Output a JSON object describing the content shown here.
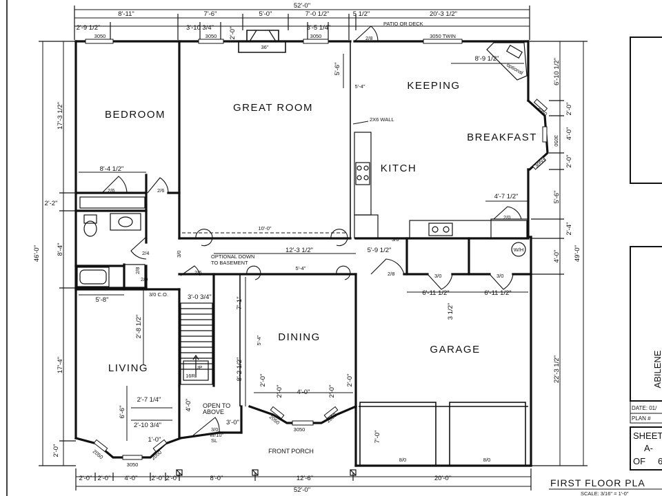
{
  "rooms": {
    "bedroom": "BEDROOM",
    "great_room": "GREAT ROOM",
    "keeping": "KEEPING",
    "breakfast": "BREAKFAST",
    "kitchen": "KITCH",
    "living": "LIVING",
    "dining": "DINING",
    "garage": "GARAGE",
    "front_porch": "FRONT PORCH"
  },
  "notes": {
    "patio": "PATIO OR DECK",
    "wall_2x6": "2X6 WALL",
    "optional_down_1": "OPTIONAL DOWN",
    "optional_down_2": "TO BASEMENT",
    "open_to_1": "OPEN TO",
    "open_to_2": "ABOVE",
    "stair_up": "UP",
    "stair_risers": "16R",
    "fireplace_width": "36\"",
    "water_heater": "W/H",
    "optional": "optional",
    "door_3068_w10_1": "3/0",
    "door_3068_w10_2": "W/10\"",
    "door_3068_w10_3": "SL"
  },
  "dims_top": {
    "overall": "52'-0\"",
    "d1": "8'-11\"",
    "d2": "7'-6\"",
    "d3": "5'-0\"",
    "d4": "7'-0 1/2\"",
    "d5": "5 1/2\"",
    "d6": "20'-3 1/2\"",
    "d7": "2'-9 1/2\"",
    "d8": "3'-10 3/4\"",
    "d9": "2'-0\"",
    "d10": "3'-5 1/4\""
  },
  "dims_bottom": {
    "overall": "52'-0\"",
    "b1": "2'-0\"",
    "b2": "2'-0\"",
    "b3": "4'-0\"",
    "b4": "2'-0\"",
    "b5": "2'-0\"",
    "b6": "8'-0\"",
    "b7": "12'-6\"",
    "b8": "20'-0\""
  },
  "dims_left": {
    "overall": "46'-0\"",
    "l1": "17'-3 1/2\"",
    "l2": "2'-2\"",
    "l3": "8'-4\"",
    "l4": "17'-4\"",
    "l5": "2'-0\""
  },
  "dims_right": {
    "overall": "49'-0\"",
    "r1": "6'-10 1/2\"",
    "r2": "2'-0\"",
    "r3": "4'-0\"",
    "r4": "2'-0\"",
    "r5": "5'-6\"",
    "r6": "2'-4\"",
    "r7": "4'-0\"",
    "r8": "22'-3 1/2\""
  },
  "dims_interior": {
    "bed_width": "8'-4 1/2\"",
    "gr_beam": "10'-0\"",
    "hall_1": "12'-3 1/2\"",
    "hall_2": "5'-9 1/2\"",
    "hall_3": "5'-4\"",
    "keep_1": "8'-9 1/2\"",
    "keep_2": "5'-4\"",
    "keep_3": "5'-6\"",
    "kit_1": "4'-7 1/2\"",
    "liv_1": "5'-8\"",
    "liv_2": "2'-8 1/2\"",
    "liv_3": "2'-7 1/4\"",
    "liv_4": "2'-10 3/4\"",
    "liv_5": "6'-6\"",
    "liv_6": "1'-0\"",
    "stair_1": "3'-0 3/4\"",
    "stair_2": "4'-0\"",
    "din_1": "7'-1\"",
    "din_2": "5'-4\"",
    "din_3": "8'-2 1/2\"",
    "din_4": "2'-0\"",
    "din_5": "2'-0\"",
    "din_6": "4'-0\"",
    "din_7": "2'-0\"",
    "din_8": "2'-0\"",
    "din_9": "3'-0\"",
    "gar_1": "6'-11 1/2\"",
    "gar_2": "6'-11 1/2\"",
    "gar_3": "3 1/2\"",
    "gar_4": "7'-0\""
  },
  "windows": {
    "w1": "3050",
    "w2": "3050",
    "w3": "3050",
    "w4": "3050 TWIN",
    "w5": "3050",
    "w6": "3050",
    "w7": "3050",
    "w8": "2050",
    "w9": "3050",
    "w10": "2050",
    "w11": "2050",
    "w12": "3050",
    "w13": "2050"
  },
  "doors": {
    "d_patio": "2/8",
    "d_bed1": "2/6",
    "d_bed2": "2/6",
    "d_bath": "2/4",
    "d_closet": "2/0",
    "d_closet2": "2/8",
    "d_hall": "2/6",
    "d_3068": "3/0",
    "d_laundry": "3/0",
    "d_kit": "2/0",
    "d_garage": "2/8",
    "d_store1": "3/0",
    "d_store2": "3/0",
    "d_pantry": "3/0",
    "d_co": "3/0 C.O."
  },
  "garage_doors": {
    "g1": "8/0",
    "g2": "8/0"
  },
  "title_block": {
    "plan_name": "ABILENE",
    "date_label": "DATE: 01/",
    "plan_label": "PLAN #",
    "sheet_label": "SHEET",
    "sheet_num": "A-",
    "of_label": "OF",
    "of_num": "6",
    "drawing_title": "FIRST FLOOR PLA",
    "scale": "SCALE: 3/16\" = 1'-0\""
  }
}
